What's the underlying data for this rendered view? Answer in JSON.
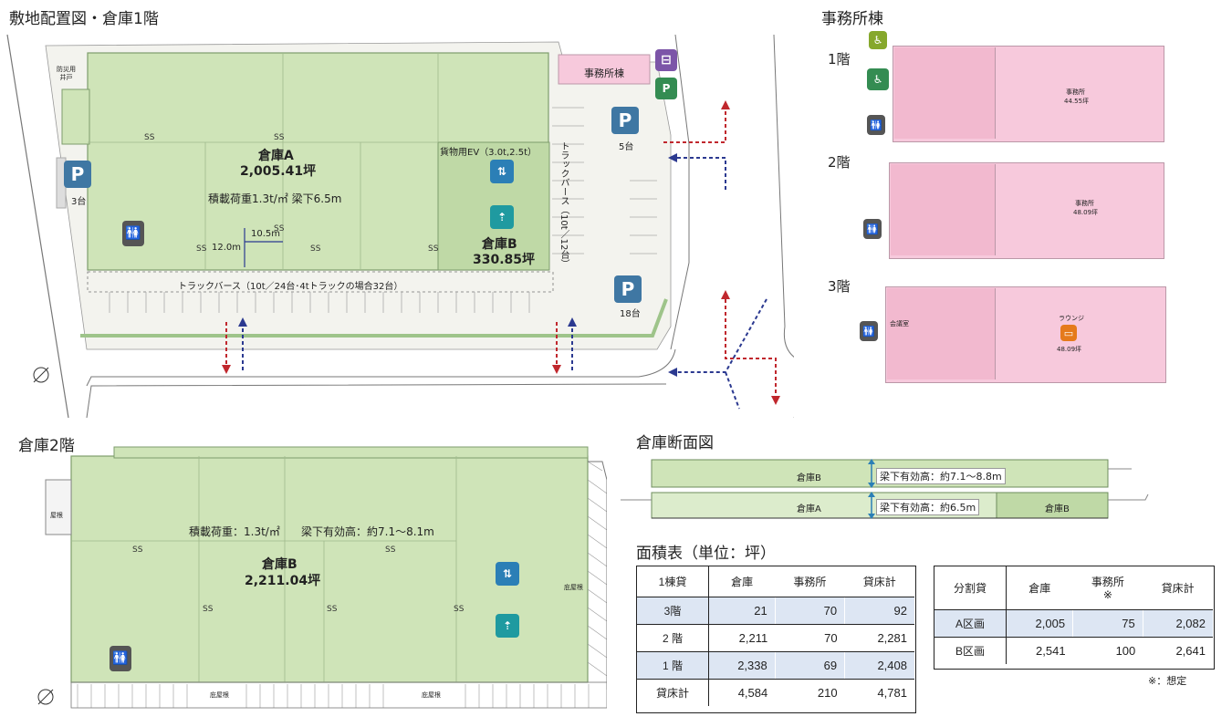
{
  "titles": {
    "site_plan": "敷地配置図・倉庫1階",
    "office": "事務所棟",
    "warehouse2": "倉庫2階",
    "section": "倉庫断面図",
    "area_table": "面積表（単位：坪）"
  },
  "site": {
    "warehouse_a_name": "倉庫A",
    "warehouse_a_area": "2,005.41坪",
    "warehouse_a_spec": "積載荷重1.3t/㎡ 梁下6.5m",
    "warehouse_b_name": "倉庫B",
    "warehouse_b_area": "330.85坪",
    "freight_ev": "貨物用EV（3.0t,2.5t）",
    "office_bldg": "事務所棟",
    "truck_berth_bottom": "トラックバース（10t／24台･4tトラックの場合32台）",
    "truck_berth_right": "トラックバース（10t／12台）",
    "dim_span": "10.5m",
    "dim_depth": "12.0m",
    "parking_left": "3台",
    "parking_top": "5台",
    "parking_bottom": "18台",
    "fire_water": "防災用\n井戸",
    "ss": "SS"
  },
  "office": {
    "floor1": "1階",
    "floor2": "2階",
    "floor3": "3階",
    "f1_room": "事務所",
    "f1_area": "44.55坪",
    "f2_room": "事務所",
    "f2_area": "48.09坪",
    "f3_room": "ラウンジ",
    "f3_area": "48.09坪",
    "f3_meeting": "会議室"
  },
  "w2": {
    "spec_load": "積載荷重：1.3t/㎡",
    "spec_height": "梁下有効高：約7.1～8.1m",
    "name": "倉庫B",
    "area": "2,211.04坪",
    "eaves_bottom": "庇屋根",
    "eaves_right": "庇屋根",
    "roof_left": "屋根"
  },
  "section": {
    "upper": "倉庫B",
    "upper_height": "梁下有効高：約7.1～8.8m",
    "lower_a": "倉庫A",
    "lower_height": "梁下有効高：約6.5m",
    "lower_b": "倉庫B"
  },
  "table1": {
    "headers": [
      "1棟貸",
      "倉庫",
      "事務所",
      "貸床計"
    ],
    "rows": [
      [
        "3階",
        "21",
        "70",
        "92"
      ],
      [
        "2 階",
        "2,211",
        "70",
        "2,281"
      ],
      [
        "1 階",
        "2,338",
        "69",
        "2,408"
      ],
      [
        "貸床計",
        "4,584",
        "210",
        "4,781"
      ]
    ]
  },
  "table2": {
    "headers": [
      "分割貸",
      "倉庫",
      "事務所\n※",
      "貸床計"
    ],
    "rows": [
      [
        "A区画",
        "2,005",
        "75",
        "2,082"
      ],
      [
        "B区画",
        "2,541",
        "100",
        "2,641"
      ]
    ],
    "note": "※：想定"
  },
  "icons": {
    "parking": "parking-icon",
    "toilet": "toilet-icon",
    "elevator": "elevator-icon",
    "lift": "lift-icon",
    "smoking": "smoking-icon",
    "accessible_parking": "accessible-parking-icon",
    "wheelchair": "wheelchair-icon",
    "lounge": "lounge-icon"
  },
  "colors": {
    "warehouse_green": "#cfe4b8",
    "office_pink": "#f7c9dc",
    "parking_blue": "#3f77a3",
    "arrow_red": "#c0272d",
    "arrow_blue": "#2b3990"
  }
}
